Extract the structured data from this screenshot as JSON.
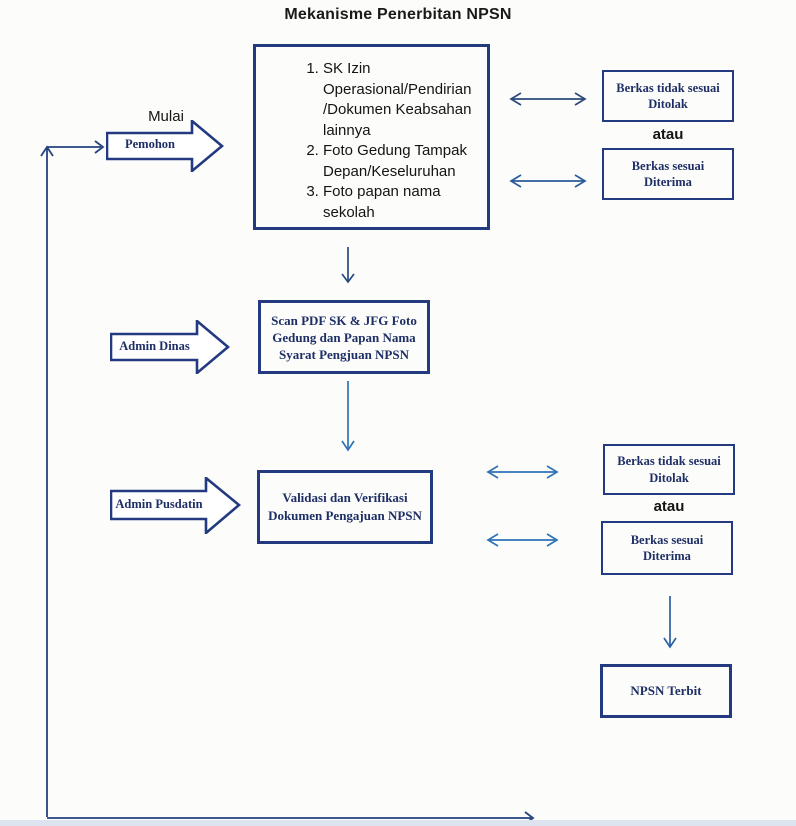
{
  "title": "Mekanisme Penerbitan NPSN",
  "start": {
    "label": "Mulai",
    "actor": "Pemohon"
  },
  "actors": {
    "admin_dinas": "Admin Dinas",
    "admin_pusdatin": "Admin Pusdatin"
  },
  "requirements_box": {
    "items": [
      "SK Izin\nOperasional/Pendirian\n/Dokumen Keabsahan\nlainnya",
      "Foto Gedung Tampak\nDepan/Keseluruhan",
      "Foto papan nama\nsekolah"
    ]
  },
  "scan_box": {
    "text": "Scan PDF  SK & JFG Foto\nGedung dan Papan Nama\nSyarat Pengjuan NPSN"
  },
  "validation_box": {
    "text": "Validasi dan Verifikasi\nDokumen Pengajuan NPSN"
  },
  "decision_top": {
    "rejected": "Berkas tidak sesuai\nDitolak",
    "or_label": "atau",
    "accepted": "Berkas sesuai\nDiterima"
  },
  "decision_mid": {
    "rejected": "Berkas tidak sesuai\nDitolak",
    "or_label": "atau",
    "accepted": "Berkas sesuai\nDiterima"
  },
  "result_box": {
    "label": "NPSN Terbit"
  },
  "colors": {
    "box_border": "#233a80",
    "box_text": "#1e2f66",
    "arrow_navy": "#27497f",
    "arrow_blue": "#2e74b5",
    "feedback_line": "#24427e"
  }
}
